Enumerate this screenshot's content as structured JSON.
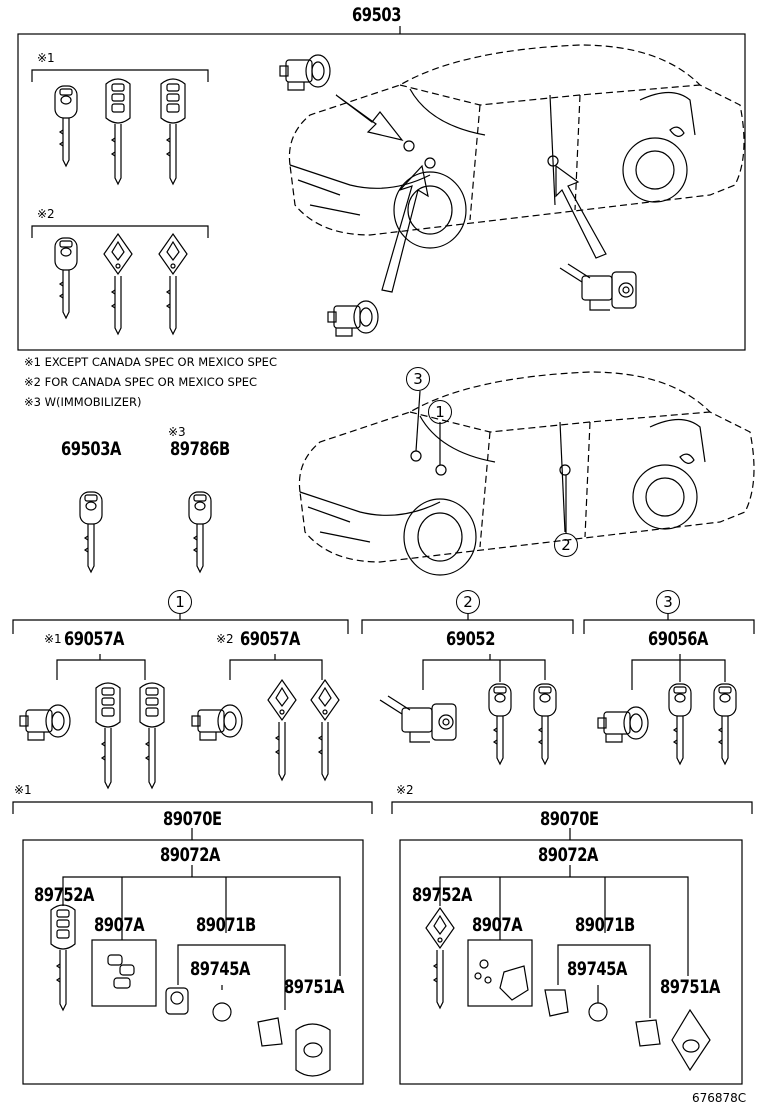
{
  "top": {
    "main_part": "69503"
  },
  "legend": {
    "group1_mark": "※1",
    "group2_mark": "※2",
    "note1": "※1 EXCEPT CANADA SPEC OR MEXICO SPEC",
    "note2": "※2 FOR CANADA SPEC OR MEXICO SPEC",
    "note3": "※3 W(IMMOBILIZER)"
  },
  "keys": {
    "key_a": "69503A",
    "key_b_mark": "※3",
    "key_b": "89786B"
  },
  "callouts": {
    "c1": "1",
    "c2": "2",
    "c3": "3"
  },
  "sets": {
    "s1_mark1": "※1",
    "s1_part1": "69057A",
    "s1_mark2": "※2",
    "s1_part2": "69057A",
    "s2_part": "69052",
    "s3_part": "69056A"
  },
  "transmitters": {
    "left_mark": "※1",
    "right_mark": "※2",
    "assy": "89070E",
    "sub": "89072A",
    "p1": "89752A",
    "p2": "8907A",
    "p3": "89071B",
    "p4": "89745A",
    "p5": "89751A"
  },
  "footer": {
    "code": "676878C"
  }
}
